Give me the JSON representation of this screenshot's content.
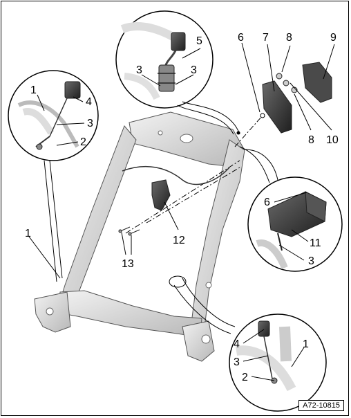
{
  "diagram": {
    "reference_code": "A72-10815",
    "callouts": {
      "c1_tl": "1",
      "c4_tl": "4",
      "c3_tl": "3",
      "c2_tl": "2",
      "c1_left": "1",
      "c3_top_l": "3",
      "c5_top": "5",
      "c3_top_r": "3",
      "c6_top": "6",
      "c7": "7",
      "c8_a": "8",
      "c9": "9",
      "c8_b": "8",
      "c10": "10",
      "c12": "12",
      "c13": "13",
      "c6_right": "6",
      "c11": "11",
      "c3_right": "3",
      "c4_br": "4",
      "c3_br": "3",
      "c2_br": "2",
      "c1_br": "1"
    },
    "colors": {
      "line": "#000000",
      "part_dark": "#2b2b2b",
      "frame_light": "#e6e6e6",
      "frame_mid": "#bdbdbd"
    }
  }
}
